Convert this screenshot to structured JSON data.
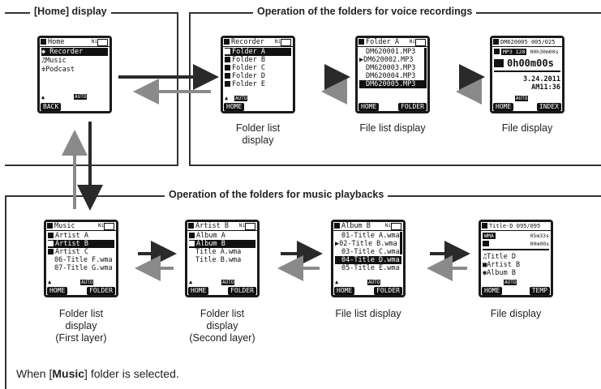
{
  "sections": {
    "home": "[Home] display",
    "voice": "Operation of the folders for voice recordings",
    "music": "Operation of the folders for music playbacks"
  },
  "voice_screens": {
    "home": {
      "title": "Home",
      "items": [
        "Recorder",
        "Music",
        "Podcast"
      ],
      "softkey_left": "BACK",
      "auto": "AUTO"
    },
    "folder_list": {
      "title": "Recorder",
      "items": [
        "Folder A",
        "Folder B",
        "Folder C",
        "Folder D",
        "Folder E"
      ],
      "softkey_left": "HOME",
      "auto": "AUTO"
    },
    "file_list": {
      "title": "Folder A",
      "items": [
        "DM620001.MP3",
        "DM620002.MP3",
        "DM620003.MP3",
        "DM620004.MP3",
        "DM620005.MP3"
      ],
      "softkey_left": "HOME",
      "softkey_right": "FOLDER"
    },
    "file": {
      "title": "DM620005",
      "counter": "005/025",
      "format": "MP3 128",
      "length": "00h30m00s",
      "time": "0h00m00s",
      "date": "3.24.2011",
      "clock": "AM11:36",
      "softkey_left": "HOME",
      "softkey_right": "INDEX",
      "auto": "AUTO"
    }
  },
  "music_screens": {
    "folder_first": {
      "title": "Music",
      "items": [
        "Artist A",
        "Artist B",
        "Artist C",
        "06-Title F.wma",
        "07-Title G.wma"
      ],
      "softkey_left": "HOME",
      "softkey_right": "FOLDER",
      "auto": "AUTO"
    },
    "folder_second": {
      "title": "Artist B",
      "items": [
        "Album A",
        "Album B",
        "Title A.wma",
        "Title B.wma"
      ],
      "softkey_left": "HOME",
      "softkey_right": "FOLDER",
      "auto": "AUTO"
    },
    "file_list": {
      "title": "Album B",
      "items": [
        "01-Title A.wma",
        "02-Title B.wma",
        "03-Title C.wma",
        "04-Title D.wma",
        "05-Title E.wma"
      ],
      "softkey_left": "HOME",
      "softkey_right": "FOLDER",
      "auto": "AUTO"
    },
    "file": {
      "title": "Title-D",
      "counter": "095/095",
      "format": "WMA",
      "length": "05m33s",
      "time": "00m00s",
      "track": "Title D",
      "artist": "Artist B",
      "album": "Album B",
      "softkey_left": "HOME",
      "softkey_right": "TEMP",
      "auto": "AUTO"
    }
  },
  "captions": {
    "voice_folder_1": "Folder list",
    "voice_folder_2": "display",
    "voice_file_list": "File list display",
    "voice_file": "File display",
    "music_first_1": "Folder list",
    "music_first_2": "display",
    "music_first_3": "(First layer)",
    "music_second_1": "Folder list",
    "music_second_2": "display",
    "music_second_3": "(Second layer)",
    "music_file_list": "File list display",
    "music_file": "File display"
  },
  "note": {
    "before": "When [",
    "bold": "Music",
    "after": "] folder is selected."
  },
  "colors": {
    "dark_arrow": "#2a2a2a",
    "light_arrow": "#8a8a8a",
    "screen": "#111111"
  }
}
